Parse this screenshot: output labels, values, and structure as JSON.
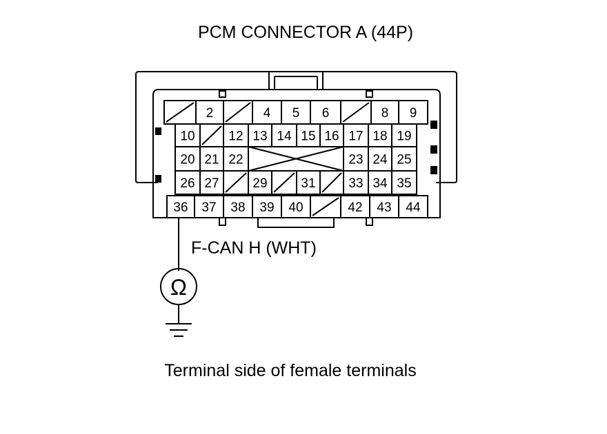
{
  "title": "PCM CONNECTOR A (44P)",
  "probe_label": "F-CAN H (WHT)",
  "meter_symbol": "Ω",
  "caption": "Terminal side of female terminals",
  "rows": [
    [
      "",
      "2",
      "",
      "4",
      "5",
      "6",
      "",
      "8",
      "9"
    ],
    [
      "10",
      "",
      "12",
      "13",
      "14",
      "15",
      "16",
      "17",
      "18",
      "19"
    ],
    [
      "20",
      "21",
      "22",
      "",
      "23",
      "24",
      "25"
    ],
    [
      "26",
      "27",
      "",
      "29",
      "",
      "31",
      "",
      "33",
      "34",
      "35"
    ],
    [
      "36",
      "37",
      "38",
      "39",
      "40",
      "",
      "42",
      "43",
      "44"
    ]
  ],
  "probed_terminal": "36"
}
